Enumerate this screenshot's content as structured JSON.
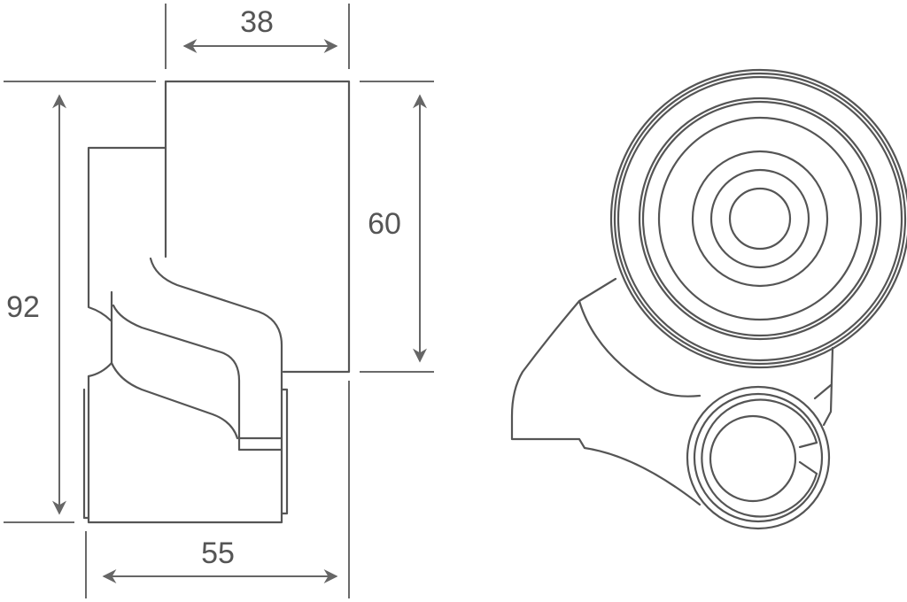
{
  "drawing": {
    "subject": "Belt tensioner pulley",
    "views": [
      "side-view",
      "front-view"
    ],
    "line_color": "#555555"
  },
  "dimensions": {
    "top_width": {
      "value": "38",
      "unit": "mm"
    },
    "overall_height": {
      "value": "92",
      "unit": "mm"
    },
    "pulley_height": {
      "value": "60",
      "unit": "mm"
    },
    "bottom_width": {
      "value": "55",
      "unit": "mm"
    }
  }
}
